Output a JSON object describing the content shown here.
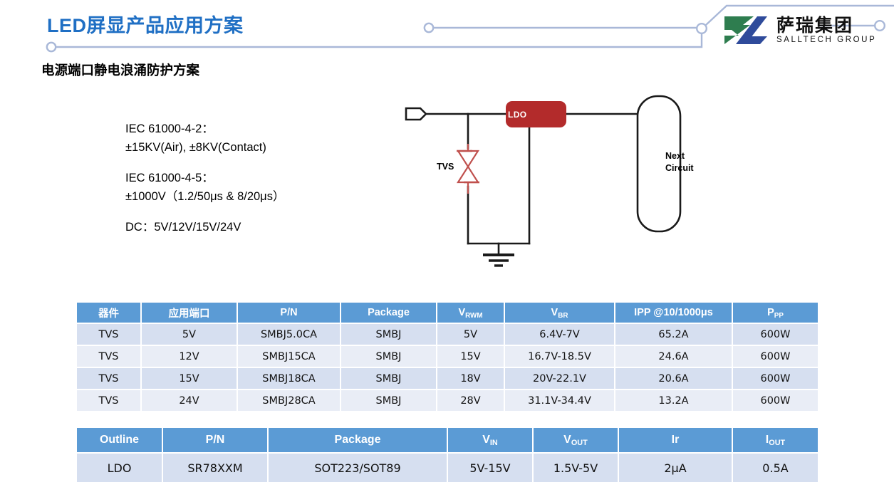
{
  "header": {
    "title": "LED屏显产品应用方案",
    "section_title": "电源端口静电浪涌防护方案",
    "logo": {
      "brand_cn": "萨瑞集团",
      "brand_en": "SALLTECH GROUP",
      "mark_green": "#2E7D4F",
      "mark_blue": "#2F4B9B"
    },
    "accent_color": "#1F6FC4",
    "deco_line_color": "#A9B8D8"
  },
  "spec": {
    "groups": [
      {
        "line1": "IEC 61000-4-2：",
        "line2": "±15KV(Air), ±8KV(Contact)"
      },
      {
        "line1": "IEC 61000-4-5：",
        "line2": "±1000V（1.2/50μs & 8/20μs）"
      },
      {
        "line1": "DC：5V/12V/15V/24V",
        "line2": ""
      }
    ]
  },
  "circuit": {
    "ldo_label": "LDO",
    "tvs_label": "TVS",
    "next_circuit_label_line1": "Next",
    "next_circuit_label_line2": "Circuit",
    "ldo_fill": "#B32B2B",
    "tvs_color": "#C0504D",
    "wire_color": "#1A1A1A"
  },
  "tvs_table": {
    "headers": [
      {
        "text": "器件",
        "sub": ""
      },
      {
        "text": "应用端口",
        "sub": ""
      },
      {
        "text": "P/N",
        "sub": ""
      },
      {
        "text": "Package",
        "sub": ""
      },
      {
        "text": "V",
        "sub": "RWM"
      },
      {
        "text": "V",
        "sub": "BR"
      },
      {
        "text": "IPP @10/1000μs",
        "sub": ""
      },
      {
        "text": "P",
        "sub": "PP"
      }
    ],
    "rows": [
      [
        "TVS",
        "5V",
        "SMBJ5.0CA",
        "SMBJ",
        "5V",
        "6.4V-7V",
        "65.2A",
        "600W"
      ],
      [
        "TVS",
        "12V",
        "SMBJ15CA",
        "SMBJ",
        "15V",
        "16.7V-18.5V",
        "24.6A",
        "600W"
      ],
      [
        "TVS",
        "15V",
        "SMBJ18CA",
        "SMBJ",
        "18V",
        "20V-22.1V",
        "20.6A",
        "600W"
      ],
      [
        "TVS",
        "24V",
        "SMBJ28CA",
        "SMBJ",
        "28V",
        "31.1V-34.4V",
        "13.2A",
        "600W"
      ]
    ]
  },
  "ldo_table": {
    "headers": [
      {
        "text": "Outline",
        "sub": ""
      },
      {
        "text": "P/N",
        "sub": ""
      },
      {
        "text": "Package",
        "sub": ""
      },
      {
        "text": "V",
        "sub": "IN"
      },
      {
        "text": "V",
        "sub": "OUT"
      },
      {
        "text": "Ir",
        "sub": ""
      },
      {
        "text": "I",
        "sub": "OUT"
      }
    ],
    "rows": [
      [
        "LDO",
        "SR78XXM",
        "SOT223/SOT89",
        "5V-15V",
        "1.5V-5V",
        "2μA",
        "0.5A"
      ]
    ]
  },
  "theme": {
    "table_header_bg": "#5B9BD5",
    "row_light_bg": "#E9EDF6",
    "row_dark_bg": "#D6DFF0"
  }
}
